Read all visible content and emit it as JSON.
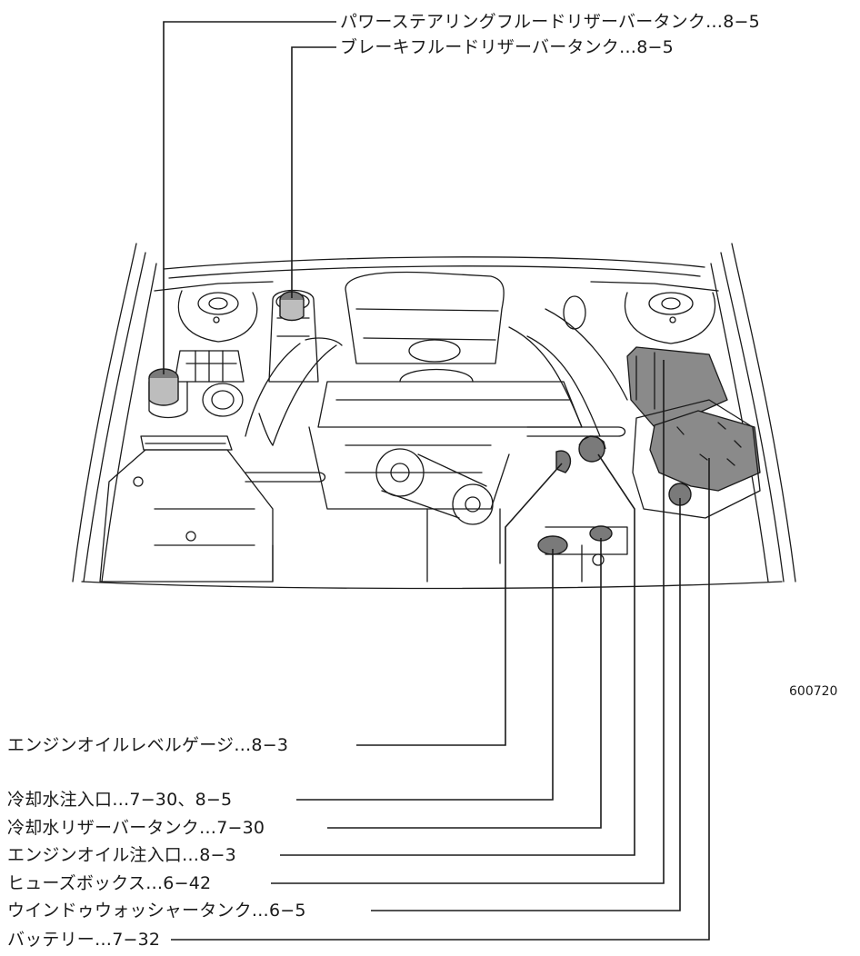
{
  "top_labels": [
    {
      "key": "ps",
      "text": "パワーステアリングフルードリザーバータンク…8−5"
    },
    {
      "key": "brake",
      "text": "ブレーキフルードリザーバータンク…8−5"
    }
  ],
  "bottom_labels": [
    {
      "key": "dipstick",
      "text": "エンジンオイルレベルゲージ…8−3"
    },
    {
      "key": "coolant-inlet",
      "text": "冷却水注入口…7−30、8−5"
    },
    {
      "key": "coolant-reservoir",
      "text": "冷却水リザーバータンク…7−30"
    },
    {
      "key": "oil-filler",
      "text": "エンジンオイル注入口…8−3"
    },
    {
      "key": "fuse-box",
      "text": "ヒューズボックス…6−42"
    },
    {
      "key": "washer-tank",
      "text": "ウインドゥウォッシャータンク…6−5"
    },
    {
      "key": "battery",
      "text": "バッテリー…7−32"
    }
  ],
  "figure_code": "600720"
}
